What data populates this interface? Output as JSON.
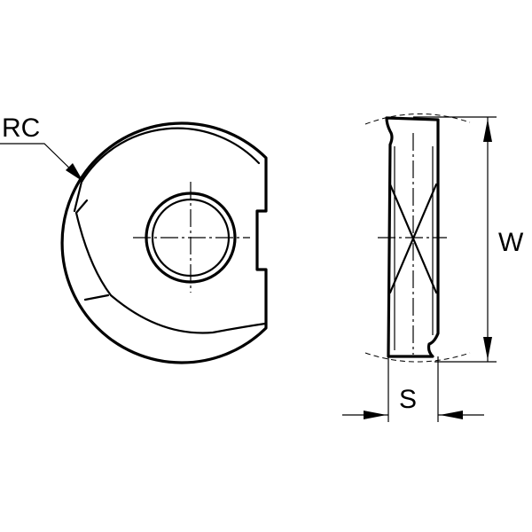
{
  "labels": {
    "rc": "RC",
    "w": "W",
    "s": "S"
  },
  "colors": {
    "line": "#000000",
    "background": "#ffffff"
  }
}
